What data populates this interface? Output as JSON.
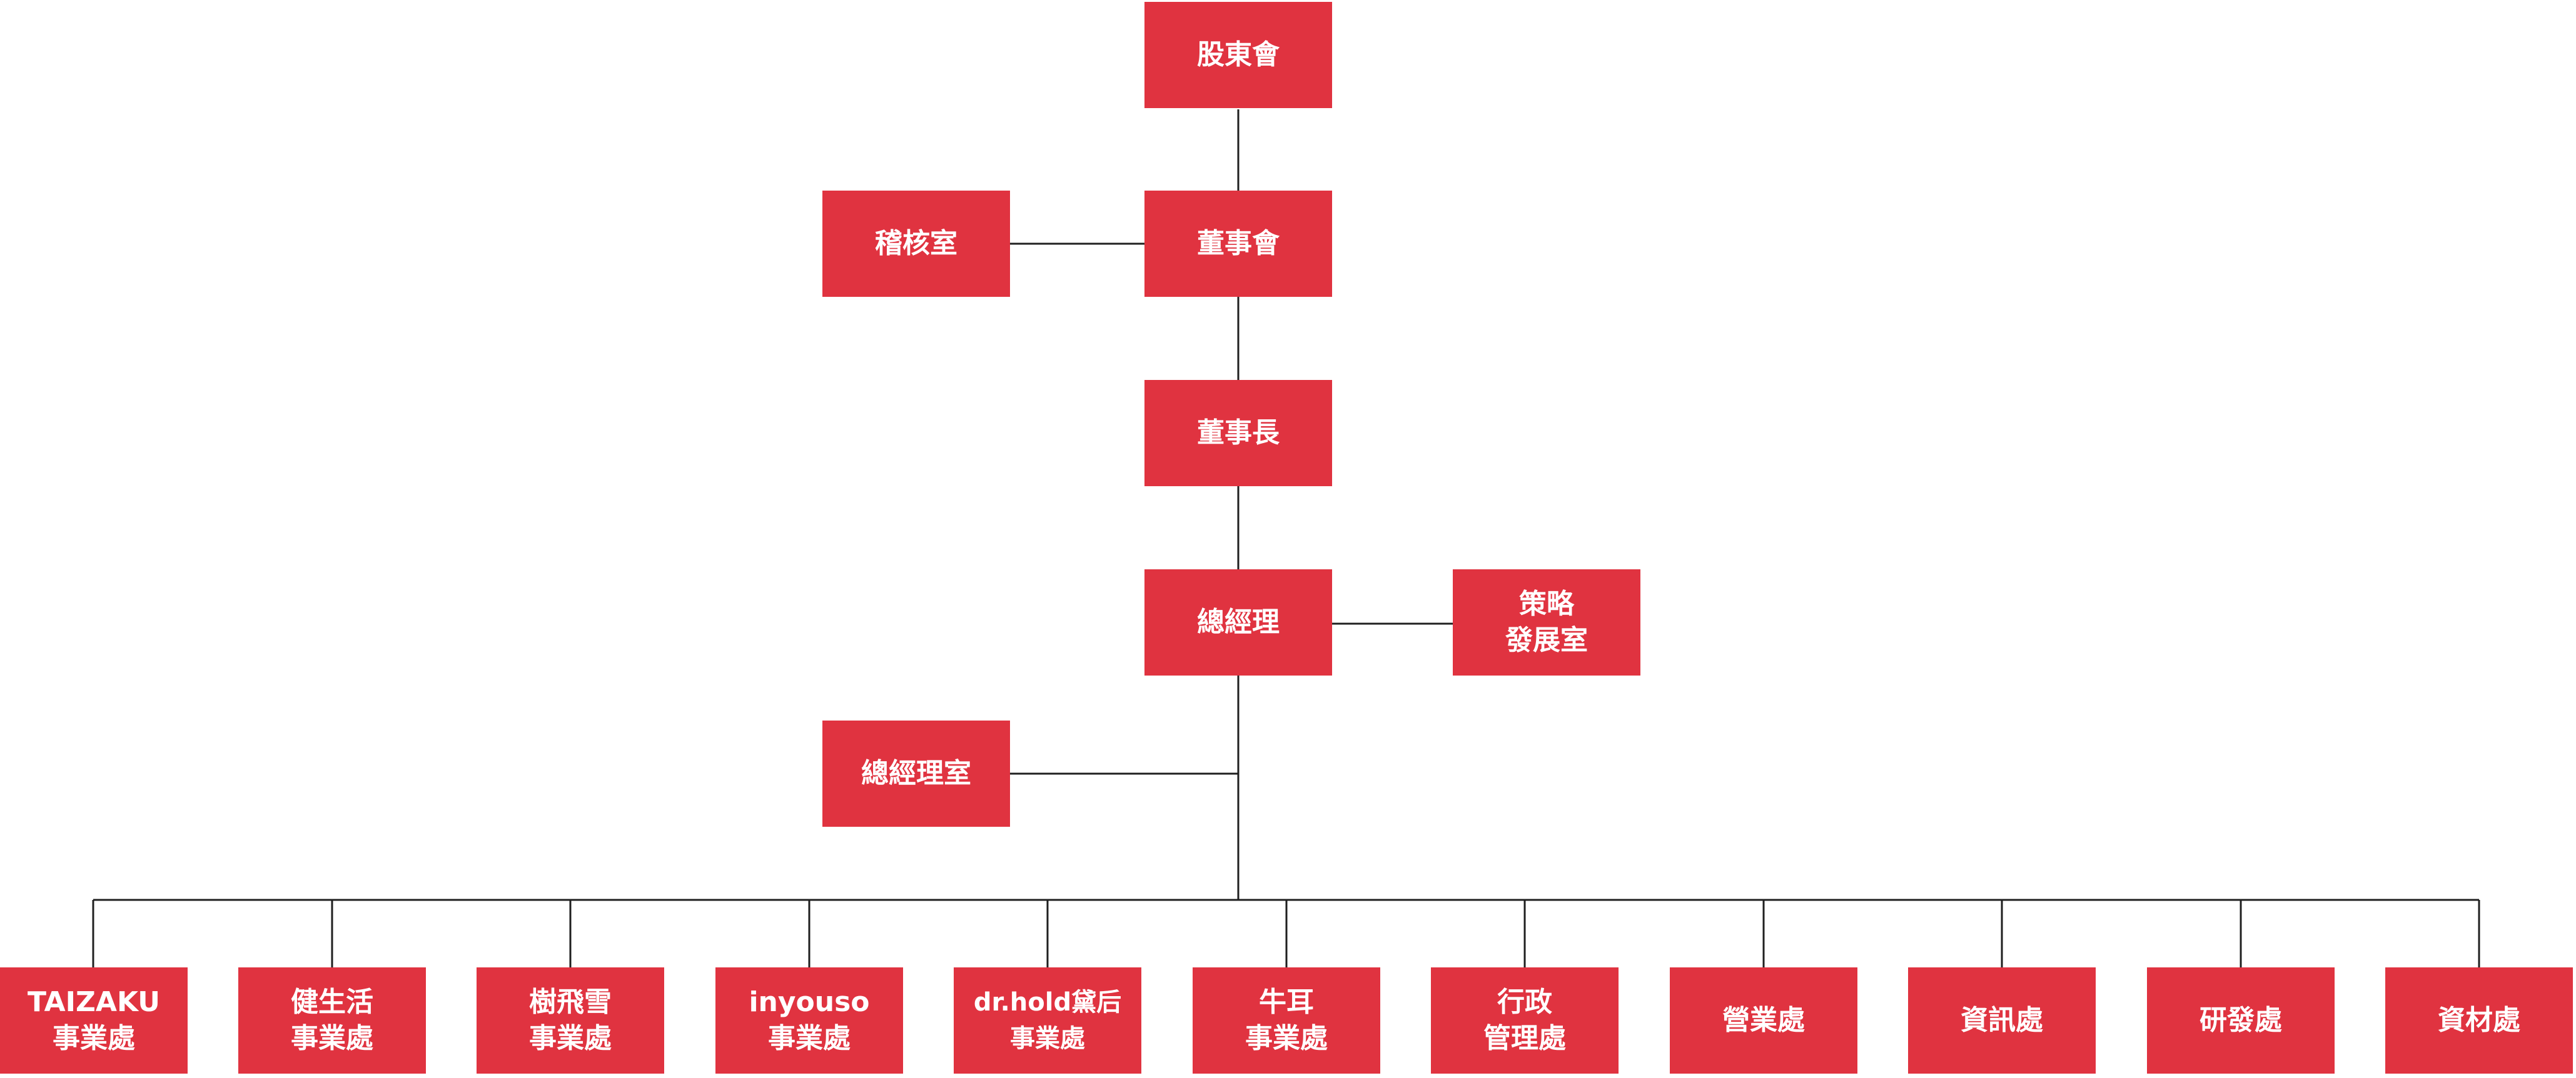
{
  "org_chart": {
    "top": [
      {
        "id": "shareholders",
        "lines": [
          "股東會"
        ]
      },
      {
        "id": "board",
        "lines": [
          "董事會"
        ]
      },
      {
        "id": "chairman",
        "lines": [
          "董事長"
        ]
      },
      {
        "id": "gm",
        "lines": [
          "總經理"
        ]
      }
    ],
    "side": [
      {
        "id": "audit",
        "lines": [
          "稽核室"
        ]
      },
      {
        "id": "strategy",
        "lines": [
          "策略",
          "發展室"
        ]
      },
      {
        "id": "gm-office",
        "lines": [
          "總經理室"
        ]
      }
    ],
    "divisions": [
      {
        "id": "taizaku",
        "lines": [
          "TAIZAKU",
          "事業處"
        ]
      },
      {
        "id": "health-life",
        "lines": [
          "健生活",
          "事業處"
        ]
      },
      {
        "id": "shufeixue",
        "lines": [
          "樹飛雪",
          "事業處"
        ]
      },
      {
        "id": "inyouso",
        "lines": [
          "inyouso",
          "事業處"
        ]
      },
      {
        "id": "drhold",
        "lines": [
          "dr.hold黛后",
          "事業處"
        ]
      },
      {
        "id": "niuer",
        "lines": [
          "牛耳",
          "事業處"
        ]
      },
      {
        "id": "admin",
        "lines": [
          "行政",
          "管理處"
        ]
      },
      {
        "id": "sales",
        "lines": [
          "營業處"
        ]
      },
      {
        "id": "it",
        "lines": [
          "資訊處"
        ]
      },
      {
        "id": "rnd",
        "lines": [
          "研發處"
        ]
      },
      {
        "id": "materials",
        "lines": [
          "資材處"
        ]
      }
    ]
  }
}
